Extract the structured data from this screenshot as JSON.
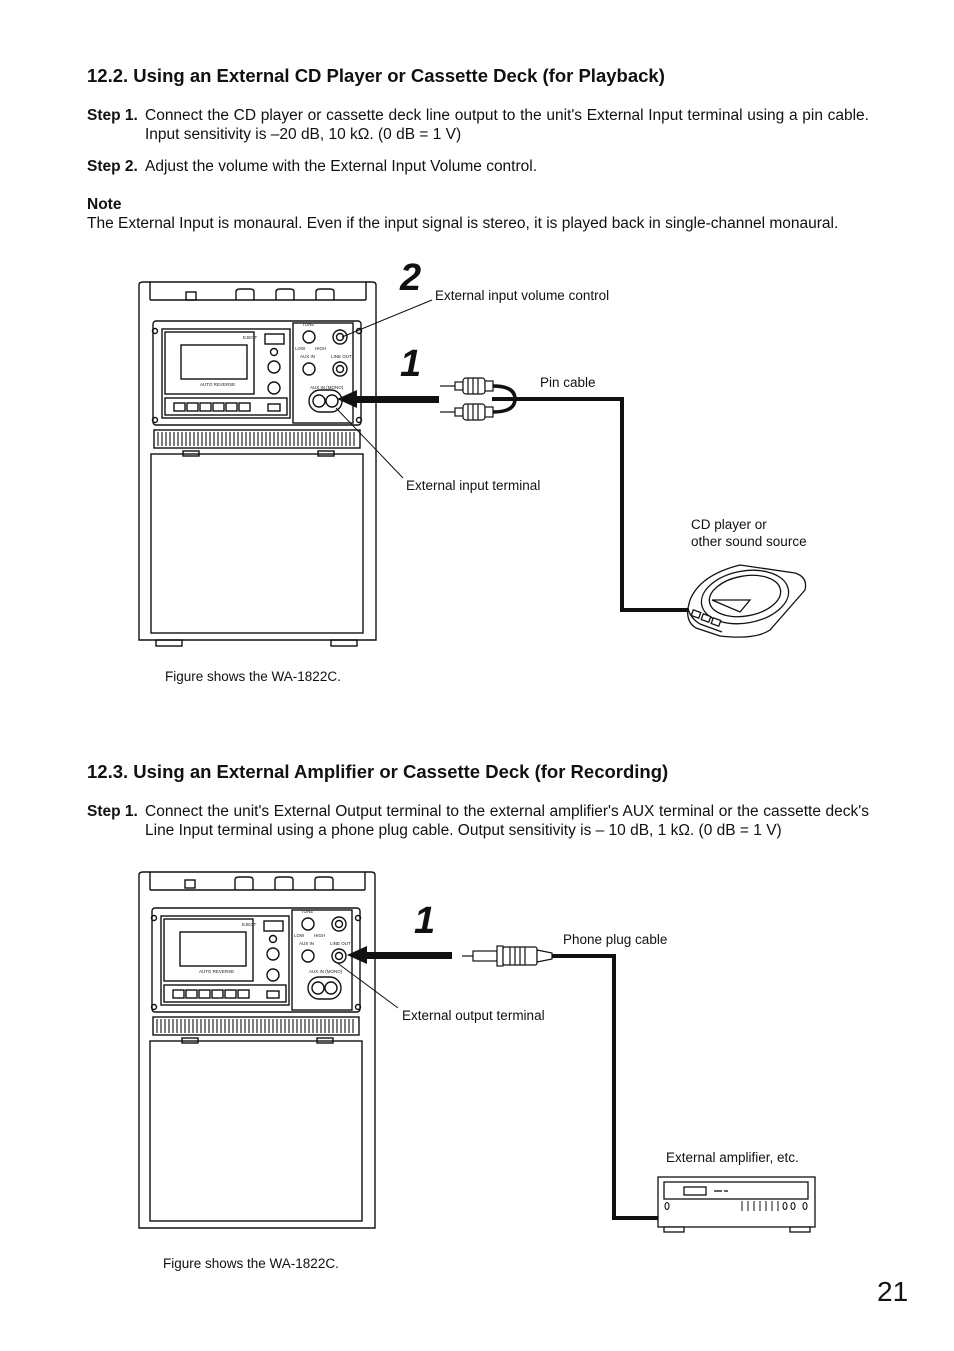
{
  "section1": {
    "heading": "12.2. Using an External CD Player or Cassette Deck (for Playback)",
    "step1_label": "Step 1.",
    "step1_text": "Connect the CD player or cassette deck line output to the unit's External Input terminal using a pin cable. Input sensitivity is –20 dB, 10 kΩ.  (0 dB = 1 V)",
    "step2_label": "Step 2.",
    "step2_text": "Adjust the volume with the External Input Volume control.",
    "note_heading": "Note",
    "note_text": "The External Input is monaural. Even if the input signal is stereo, it is played back in single-channel monaural."
  },
  "figure1": {
    "num_2": "2",
    "num_1": "1",
    "label_volume": "External input volume control",
    "label_pin_cable": "Pin cable",
    "label_input_terminal": "External input terminal",
    "label_source_line1": "CD player or",
    "label_source_line2": "other sound source",
    "caption": "Figure shows the WA-1822C."
  },
  "section2": {
    "heading": "12.3. Using an External Amplifier or Cassette Deck (for Recording)",
    "step1_label": "Step 1.",
    "step1_text": "Connect the unit's External Output terminal to the external amplifier's AUX terminal or the cassette deck's Line Input terminal using a phone plug cable. Output sensitivity is – 10 dB, 1 kΩ.  (0 dB = 1 V)"
  },
  "figure2": {
    "num_1": "1",
    "label_phone_cable": "Phone plug cable",
    "label_output_terminal": "External output terminal",
    "label_amp": "External amplifier, etc.",
    "caption": "Figure shows the WA-1822C."
  },
  "unit_panel": {
    "eject": "EJECT",
    "tone": "TONE",
    "low": "LOW",
    "high": "HIGH",
    "aux_in": "AUX IN",
    "line_out": "LINE OUT",
    "aux_in_mono": "AUX IN (MONO)",
    "auto_reverse": "AUTO REVERSE"
  },
  "page_number": "21"
}
